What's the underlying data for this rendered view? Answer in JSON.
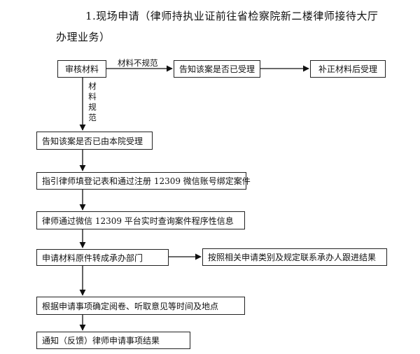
{
  "heading": {
    "line1": "1.现场申请（律师持执业证前往省检察院新二楼律师接待大厅",
    "line2": "办理业务）"
  },
  "boxes": {
    "review_materials": "审核材料",
    "notify_not_accepted": "告知该案是否已受理",
    "supplement_materials": "补正材料后受理",
    "notify_accepted_by_court": "告知该案是否已由本院受理",
    "guide_register": "指引律师填登记表和通过注册 12309 微信账号绑定案件",
    "wechat_query": "律师通过微信 12309 平台实时查询案件程序性信息",
    "transfer_department": "申请材料原件转成承办部门",
    "contact_handler": "按照相关申请类别及规定联系承办人跟进结果",
    "determine_time_place": "根据申请事项确定阅卷、听取意见等时间及地点",
    "notify_result": "通知（反馈）律师申请事项结果"
  },
  "edge_labels": {
    "nonstandard": "材料不规范",
    "standard": "材料规范"
  }
}
